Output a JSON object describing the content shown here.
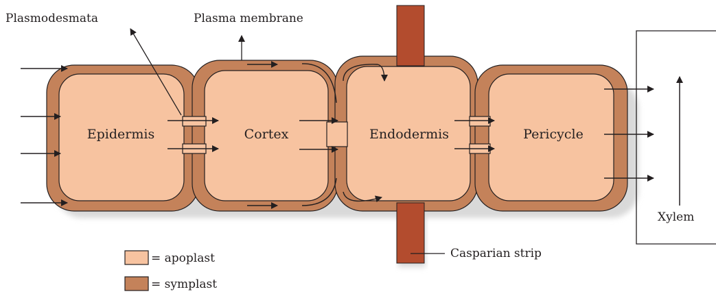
{
  "colors": {
    "apoplast": "#f7c3a0",
    "symplast": "#c4825a",
    "casparian_strip": "#b34c2e",
    "outline": "#231f20"
  },
  "cells": [
    "Epidermis",
    "Cortex",
    "Endodermis",
    "Pericycle"
  ],
  "labels": {
    "plasmodesmata": "Plasmodesmata",
    "plasma_membrane": "Plasma membrane",
    "casparian_strip": "Casparian strip",
    "xylem": "Xylem"
  },
  "legend": [
    {
      "text": "= apoplast",
      "color": "#f7c3a0"
    },
    {
      "text": "= symplast",
      "color": "#c4825a"
    }
  ]
}
